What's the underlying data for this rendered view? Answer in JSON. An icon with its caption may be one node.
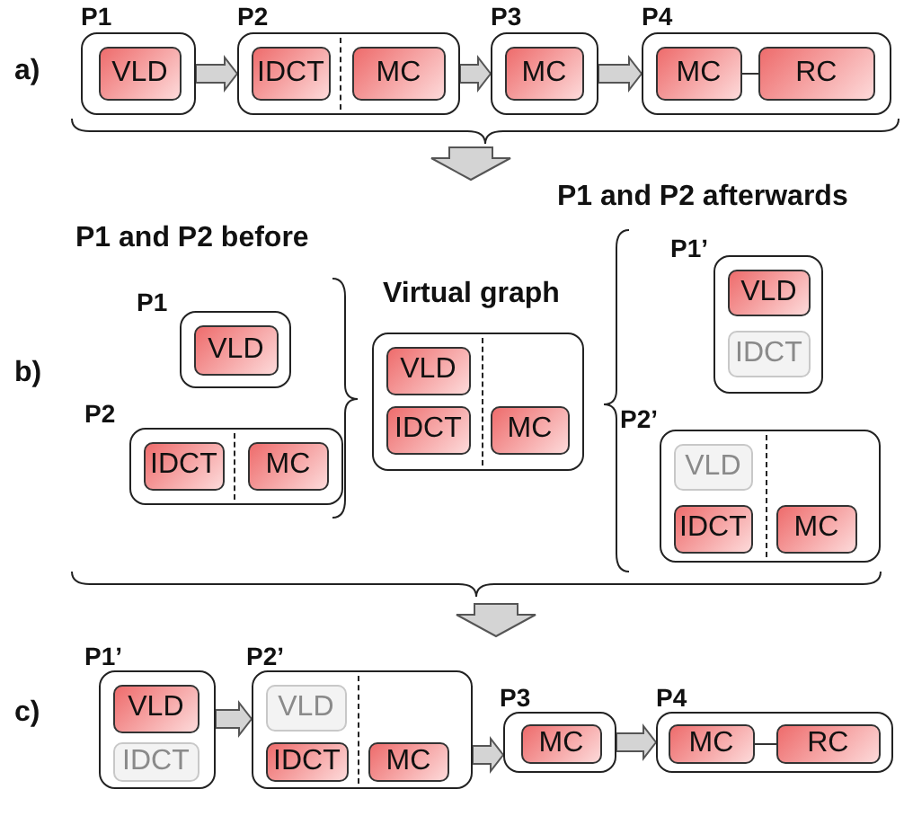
{
  "diagram": {
    "nodes": [
      {
        "text": [
          "P1"
        ]
      },
      {
        "text": [
          "VLD"
        ],
        "in": 0
      },
      {
        "text": [
          "P2"
        ]
      },
      {
        "text": [
          "IDCT"
        ],
        "in": 2
      },
      {
        "text": [
          "MC"
        ],
        "in": 2
      },
      {
        "text": [
          "P3"
        ]
      },
      {
        "text": [
          "MC"
        ],
        "in": 5
      },
      {
        "text": [
          "P4"
        ]
      },
      {
        "text": [
          "MC"
        ],
        "in": 7
      },
      {
        "text": [
          "RC"
        ],
        "in": 7
      },
      {
        "text": [
          "P1"
        ]
      },
      {
        "text": [
          "VLD"
        ],
        "in": 10
      },
      {
        "text": [
          "P2"
        ]
      },
      {
        "text": [
          "IDCT"
        ],
        "in": 12
      },
      {
        "text": [
          "MC"
        ],
        "in": 12
      },
      {
        "text": [
          "Virtual graph"
        ]
      },
      {
        "text": [
          "VLD"
        ],
        "in": 15
      },
      {
        "text": [
          "IDCT"
        ],
        "in": 15
      },
      {
        "text": [
          "MC"
        ],
        "in": 15
      },
      {
        "text": [
          "P1’"
        ]
      },
      {
        "text": [
          "VLD"
        ],
        "in": 19
      },
      {
        "text": [
          "IDCT"
        ],
        "in": 19
      },
      {
        "text": [
          "P2’"
        ]
      },
      {
        "text": [
          "VLD"
        ],
        "in": 22
      },
      {
        "text": [
          "IDCT"
        ],
        "in": 22
      },
      {
        "text": [
          "MC"
        ],
        "in": 22
      },
      {
        "text": [
          "P1’"
        ]
      },
      {
        "text": [
          "VLD"
        ],
        "in": 26
      },
      {
        "text": [
          "IDCT"
        ],
        "in": 26
      },
      {
        "text": [
          "P2’"
        ]
      },
      {
        "text": [
          "VLD"
        ],
        "in": 29
      },
      {
        "text": [
          "IDCT"
        ],
        "in": 29
      },
      {
        "text": [
          "MC"
        ],
        "in": 29
      },
      {
        "text": [
          "P3"
        ]
      },
      {
        "text": [
          "MC"
        ],
        "in": 33
      },
      {
        "text": [
          "P4"
        ]
      },
      {
        "text": [
          "MC"
        ],
        "in": 35
      },
      {
        "text": [
          "RC"
        ],
        "in": 35
      }
    ],
    "edges": [
      {
        "from": 0,
        "to": 2,
        "arrow": "to"
      },
      {
        "from": 2,
        "to": 5,
        "arrow": "to"
      },
      {
        "from": 5,
        "to": 7,
        "arrow": "to"
      },
      {
        "from": 8,
        "to": 9,
        "arrow": "none"
      },
      {
        "from": 26,
        "to": 29,
        "arrow": "to"
      },
      {
        "from": 29,
        "to": 33,
        "arrow": "to"
      },
      {
        "from": 33,
        "to": 35,
        "arrow": "to"
      },
      {
        "from": 36,
        "to": 37,
        "arrow": "none"
      }
    ],
    "labels": [
      "a)",
      "P1 and P2 afterwards",
      "P1 and P2 before",
      "b)",
      "c)"
    ]
  }
}
